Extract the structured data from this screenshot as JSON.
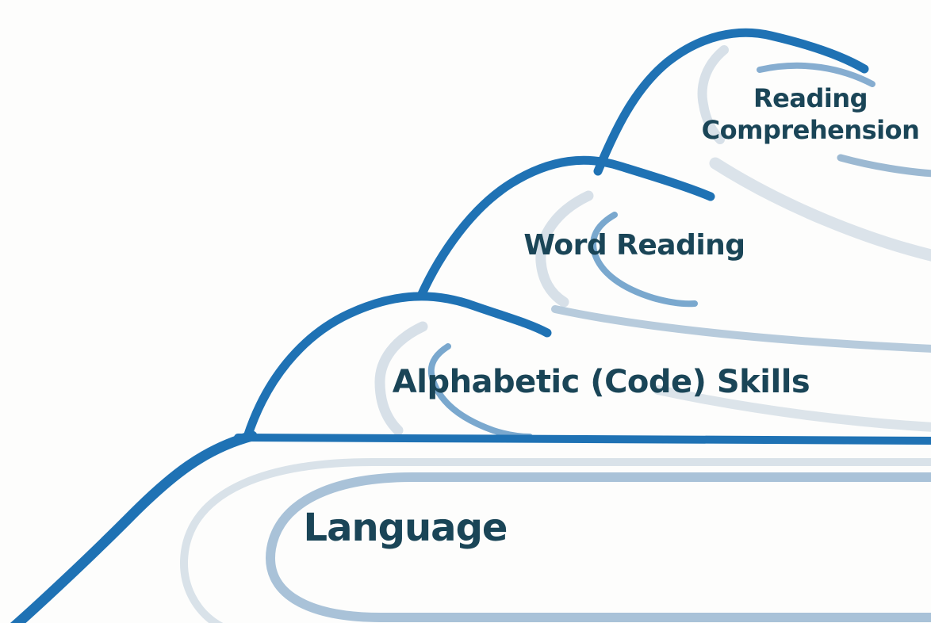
{
  "diagram": {
    "type": "waves-illustration",
    "waves": [
      {
        "id": "reading-comprehension",
        "lines": [
          "Reading",
          "Comprehension"
        ]
      },
      {
        "id": "word-reading",
        "lines": [
          "Word Reading"
        ]
      },
      {
        "id": "alphabetic-code-skills",
        "lines": [
          "Alphabetic (Code) Skills"
        ]
      },
      {
        "id": "language",
        "lines": [
          "Language"
        ]
      }
    ],
    "colors": {
      "wave_outline": "#1f72b4",
      "label_text": "#1a4557",
      "crescent_light": "#d7e0e8",
      "crescent_medium": "#7aa8ce",
      "band_steel": "#a9c2d8",
      "background": "#fdfdfc"
    }
  }
}
